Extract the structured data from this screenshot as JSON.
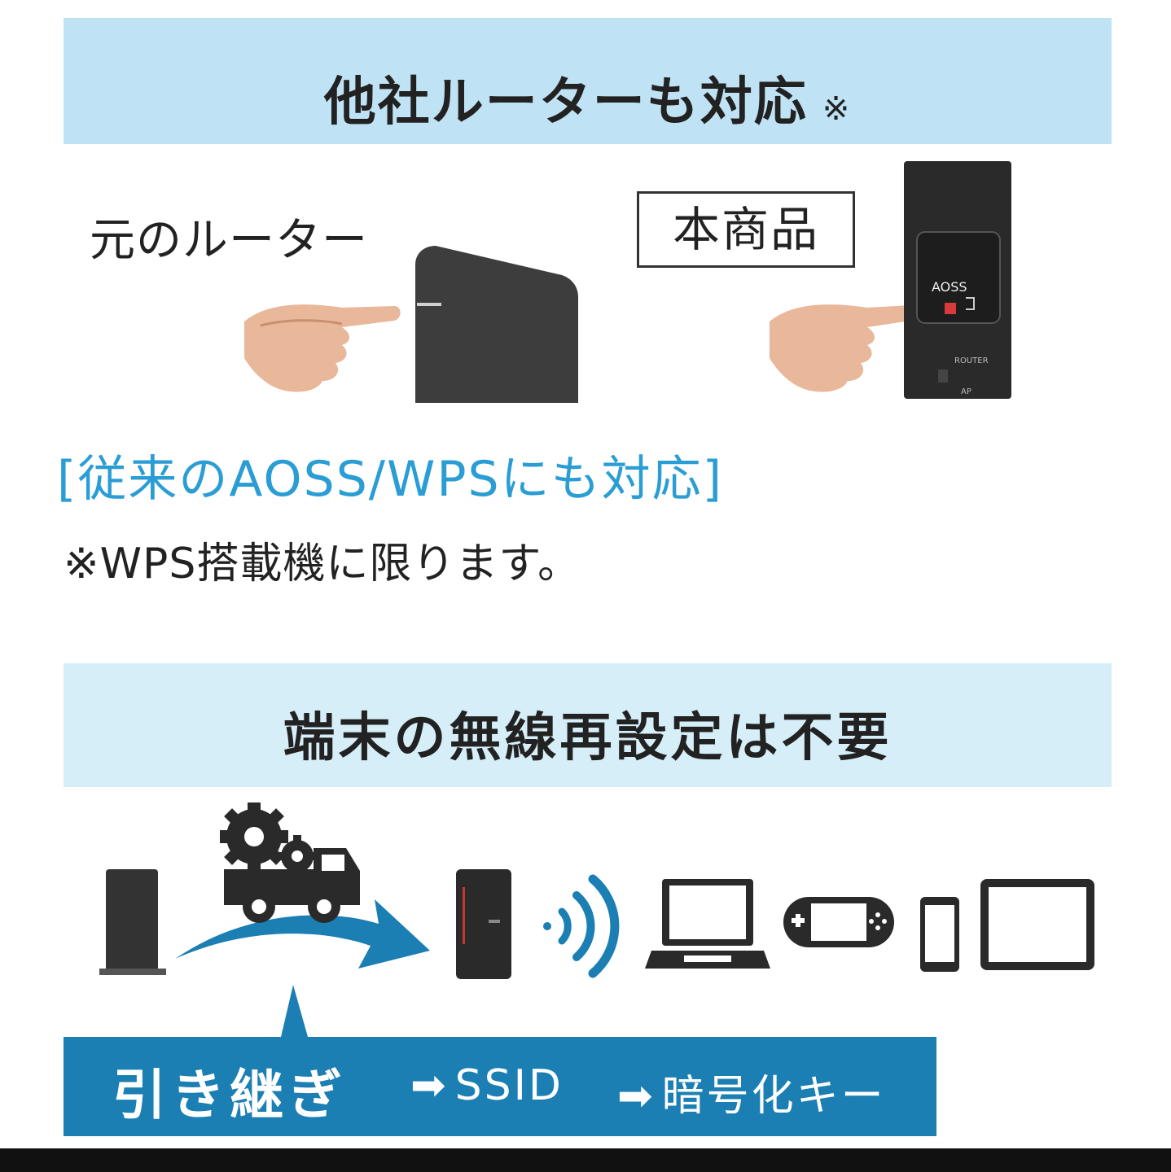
{
  "section1": {
    "title": "他社ルーターも対応",
    "title_mark": "※",
    "original_router_label": "元のルーター",
    "product_label": "本商品",
    "button_text": "AOSS",
    "switch_label": "ROUTER",
    "switch_label2": "AP",
    "compat_text": "[従来のAOSS/WPSにも対応]",
    "note_text": "※WPS搭載機に限ります。"
  },
  "section2": {
    "title": "端末の無線再設定は不要",
    "bar_main": "引き継ぎ",
    "bar_item1": "SSID",
    "bar_item2": "暗号化キー",
    "arrow": "➡"
  },
  "colors": {
    "band1": "#bfe3f4",
    "band2": "#d6eef8",
    "accent_blue": "#2a9dd4",
    "bar_blue": "#1b7fb3"
  }
}
